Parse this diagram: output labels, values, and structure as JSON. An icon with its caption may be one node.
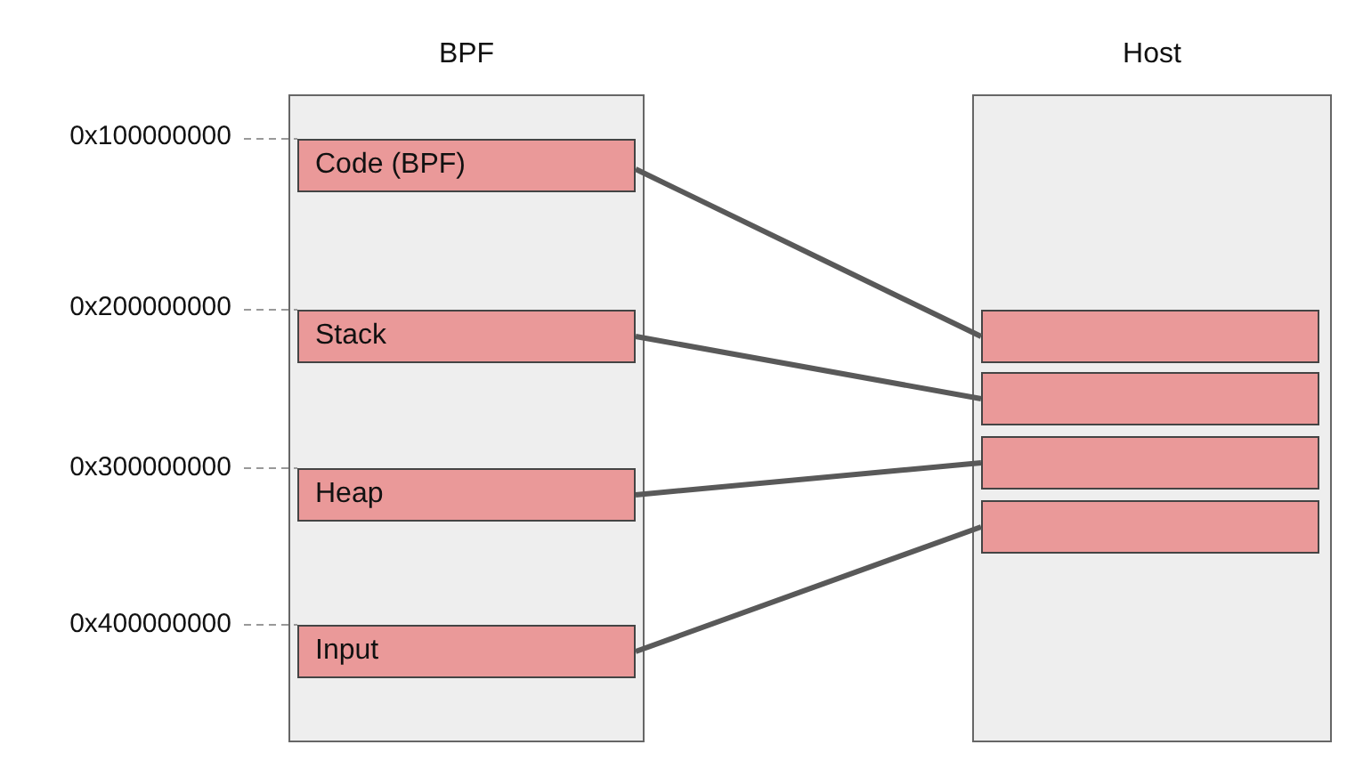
{
  "diagram": {
    "nodes": [
      {
        "text": [
          "BPF"
        ]
      },
      {
        "text": [
          "Code (BPF)"
        ],
        "in": 0
      },
      {
        "text": [
          "Stack"
        ],
        "in": 0
      },
      {
        "text": [
          "Heap"
        ],
        "in": 0
      },
      {
        "text": [
          "Input"
        ],
        "in": 0
      },
      {
        "text": [
          "Host"
        ]
      },
      {
        "text": [],
        "shape": "box",
        "in": 5
      },
      {
        "text": [],
        "shape": "box",
        "in": 5
      },
      {
        "text": [],
        "shape": "box",
        "in": 5
      },
      {
        "text": [],
        "shape": "box",
        "in": 5
      },
      {
        "text": [
          "0x100000000"
        ]
      },
      {
        "text": [
          "0x200000000"
        ]
      },
      {
        "text": [
          "0x300000000"
        ]
      },
      {
        "text": [
          "0x400000000"
        ]
      }
    ],
    "edges": [
      {
        "from": 1,
        "to": 6,
        "arrow": "none",
        "style": "thick"
      },
      {
        "from": 2,
        "to": 7,
        "arrow": "none",
        "style": "thick"
      },
      {
        "from": 3,
        "to": 8,
        "arrow": "none",
        "style": "thick"
      },
      {
        "from": 4,
        "to": 9,
        "arrow": "none",
        "style": "thick"
      },
      {
        "from": 10,
        "to": 1,
        "arrow": "none",
        "style": "dashed",
        "color": "#999999"
      },
      {
        "from": 11,
        "to": 2,
        "arrow": "none",
        "style": "dashed",
        "color": "#999999"
      },
      {
        "from": 12,
        "to": 3,
        "arrow": "none",
        "style": "dashed",
        "color": "#999999"
      },
      {
        "from": 13,
        "to": 4,
        "arrow": "none",
        "style": "dashed",
        "color": "#999999"
      }
    ]
  }
}
